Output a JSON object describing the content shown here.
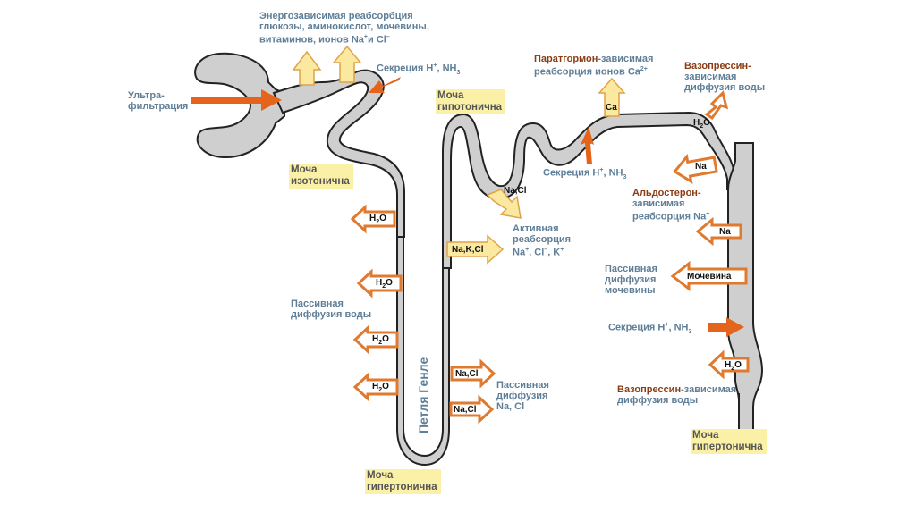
{
  "title": "Nephron transport processes",
  "colors": {
    "tubule_fill": "#cfcfcf",
    "tubule_stroke": "#222222",
    "arrow_orange": "#e4641c",
    "arrow_yellow_fill": "#fbe9a0",
    "arrow_yellow_stroke": "#e0a34a",
    "arrow_outline_stroke": "#e07a2f",
    "label_blue": "#5f7f98",
    "label_brown": "#8a3d14",
    "urine_highlight": "#fbf1a6"
  },
  "labels": {
    "ultrafiltration": [
      "Ультра-",
      "фильтрация"
    ],
    "energy_reabsorption": [
      "Энергозависимая реабсорбция",
      "глюкозы, аминокислот, мочевины,",
      "витаминов, ионов Na",
      "+",
      "и Cl",
      "–"
    ],
    "secretion_prox": {
      "text": "Секреция H",
      "sup": "+",
      "mid": ", NH",
      "sub": "3"
    },
    "secretion_dist": {
      "text": "Секреция H",
      "sup": "+",
      "mid": ", NH",
      "sub": "3"
    },
    "secretion_collect": {
      "text": "Секреция H",
      "sup": "+",
      "mid": ", NH",
      "sub": "3"
    },
    "parathormone": {
      "highlight": "Паратгормон",
      "rest": "-зависимая",
      "line2": "реабсорция ионов Ca",
      "sup": "2+"
    },
    "vasopressin_top": {
      "highlight": "Вазопрессин-",
      "line2": "зависимая",
      "line3": "диффузия воды"
    },
    "aldosterone": {
      "highlight": "Альдостерон-",
      "line2": "зависимая",
      "line3": "реабсорция Na",
      "sup": "+"
    },
    "active_reabsorption": {
      "line1": "Активная",
      "line2": "реабсорция",
      "line3": "Na",
      "sup1": "+",
      "mid1": ", Cl",
      "sup2": "–",
      "mid2": ", K",
      "sup3": "+"
    },
    "passive_water": [
      "Пассивная",
      "диффузия воды"
    ],
    "passive_nacl": [
      "Пассивная",
      "диффузия",
      "Na, Cl"
    ],
    "passive_urea": [
      "Пассивная",
      "диффузия",
      "мочевины"
    ],
    "vasopressin_bottom": {
      "highlight": "Вазопрессин",
      "rest": "-зависимая",
      "line2": "диффузия воды"
    },
    "loop_of_henle": "Петля Генле"
  },
  "urine_states": {
    "isotonic": [
      "Моча",
      "изотонична"
    ],
    "hypotonic": [
      "Моча",
      "гипотонична"
    ],
    "hypertonic_loop": [
      "Моча",
      "гипертонична"
    ],
    "hypertonic_collect": [
      "Моча",
      "гипертонична"
    ]
  },
  "arrow_tags": {
    "h2o": {
      "h": "H",
      "sub": "2",
      "o": "O"
    },
    "na": "Na",
    "nacl": "Na,Cl",
    "nakcl": "Na,K,Cl",
    "ca": "Ca",
    "urea": "Мочевина"
  }
}
